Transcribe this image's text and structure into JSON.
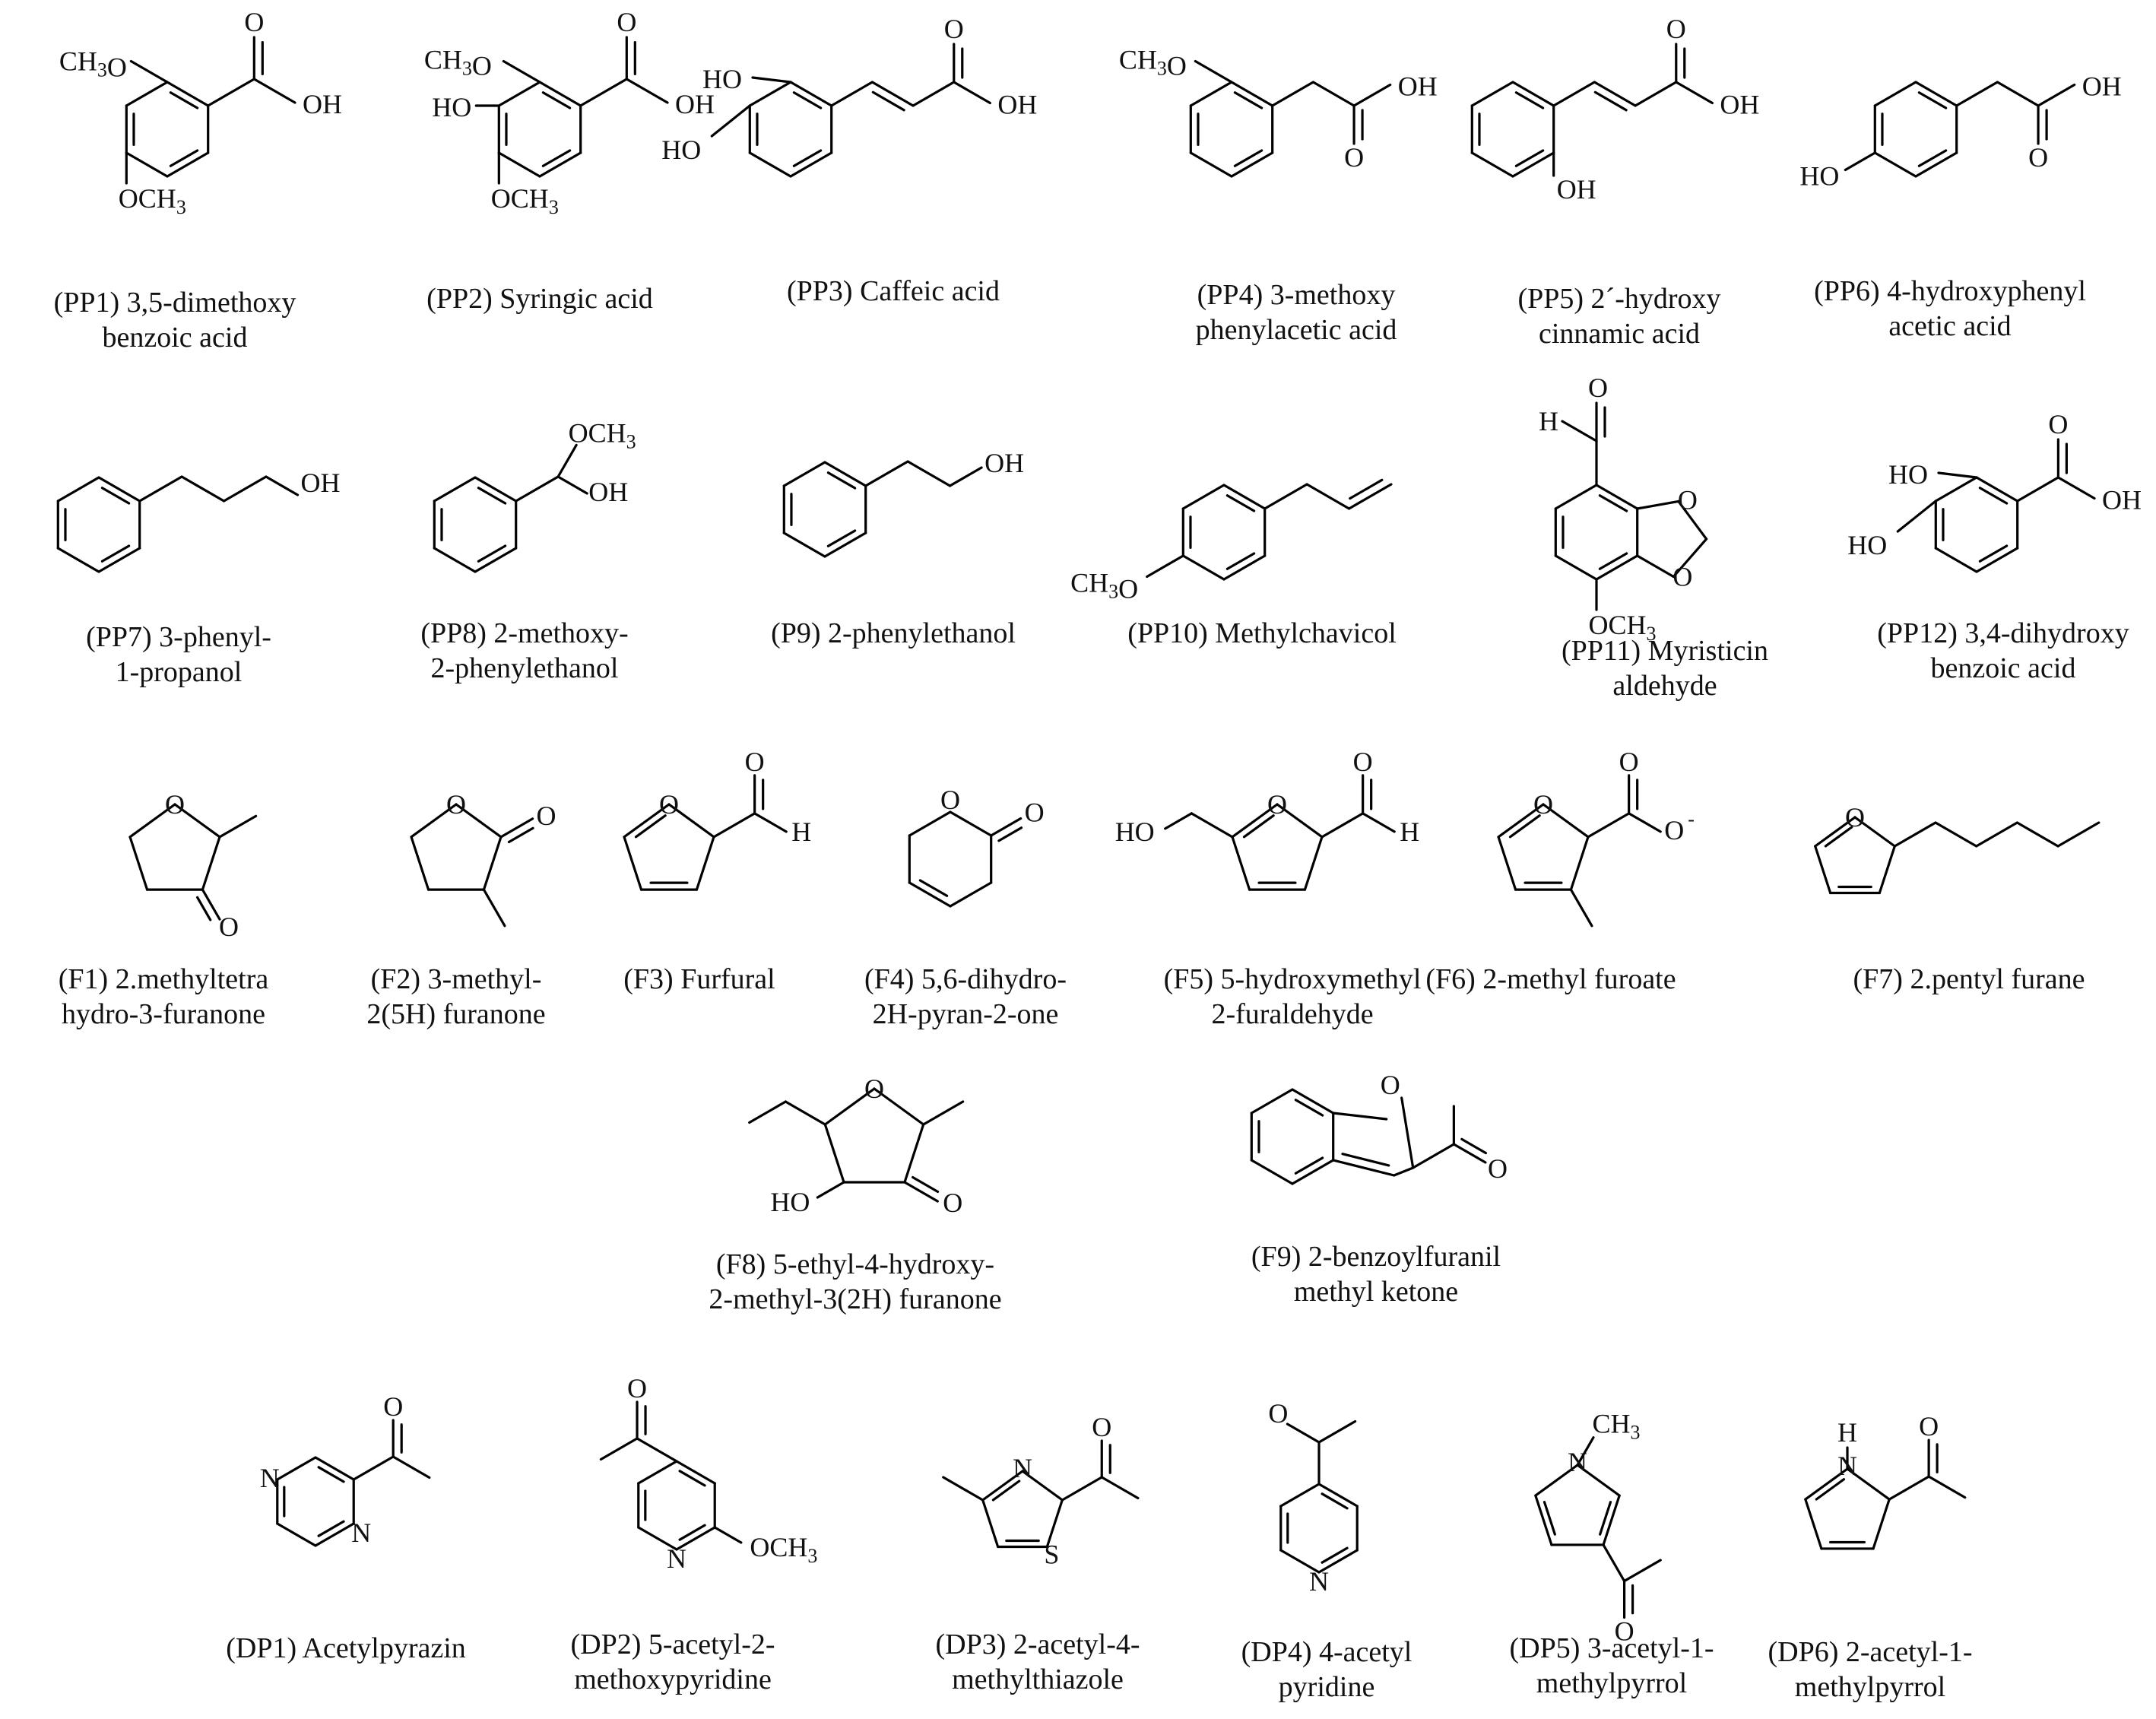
{
  "compounds": [
    {
      "id": "PP1",
      "caption": [
        "(PP1) 3,5-dimethoxy",
        "benzoic acid"
      ],
      "atoms": [
        "CH3O",
        "OH",
        "O",
        "OCH3"
      ]
    },
    {
      "id": "PP2",
      "caption": [
        "(PP2) Syringic acid"
      ],
      "atoms": [
        "CH3O",
        "OH",
        "O",
        "HO",
        "OCH3"
      ]
    },
    {
      "id": "PP3",
      "caption": [
        "(PP3) Caffeic acid"
      ],
      "atoms": [
        "HO",
        "HO",
        "O",
        "OH"
      ]
    },
    {
      "id": "PP4",
      "caption": [
        "(PP4) 3-methoxy",
        "phenylacetic acid"
      ],
      "atoms": [
        "CH3O",
        "OH",
        "O"
      ]
    },
    {
      "id": "PP5",
      "caption": [
        "(PP5) 2´-hydroxy",
        "cinnamic acid"
      ],
      "atoms": [
        "O",
        "OH",
        "OH"
      ]
    },
    {
      "id": "PP6",
      "caption": [
        "(PP6) 4-hydroxyphenyl",
        "acetic acid"
      ],
      "atoms": [
        "OH",
        "O",
        "HO"
      ]
    },
    {
      "id": "PP7",
      "caption": [
        "(PP7) 3-phenyl-",
        "1-propanol"
      ],
      "atoms": [
        "OH"
      ]
    },
    {
      "id": "PP8",
      "caption": [
        "(PP8) 2-methoxy-",
        "2-phenylethanol"
      ],
      "atoms": [
        "OCH3",
        "OH"
      ]
    },
    {
      "id": "P9",
      "caption": [
        "(P9) 2-phenylethanol"
      ],
      "atoms": [
        "OH"
      ]
    },
    {
      "id": "PP10",
      "caption": [
        "(PP10) Methylchavicol"
      ],
      "atoms": [
        "CH3O"
      ]
    },
    {
      "id": "PP11",
      "caption": [
        "(PP11) Myristicin",
        "aldehyde"
      ],
      "atoms": [
        "O",
        "H",
        "O",
        "O",
        "OCH3"
      ]
    },
    {
      "id": "PP12",
      "caption": [
        "(PP12) 3,4-dihydroxy",
        "benzoic acid"
      ],
      "atoms": [
        "HO",
        "HO",
        "O",
        "OH"
      ]
    },
    {
      "id": "F1",
      "caption": [
        "(F1) 2.methyltetra",
        "hydro-3-furanone"
      ],
      "atoms": [
        "O",
        "O"
      ]
    },
    {
      "id": "F2",
      "caption": [
        "(F2) 3-methyl-",
        "2(5H) furanone"
      ],
      "atoms": [
        "O",
        "O"
      ]
    },
    {
      "id": "F3",
      "caption": [
        "(F3) Furfural"
      ],
      "atoms": [
        "O",
        "O",
        "H"
      ]
    },
    {
      "id": "F4",
      "caption": [
        "(F4) 5,6-dihydro-",
        "2H-pyran-2-one"
      ],
      "atoms": [
        "O",
        "O"
      ]
    },
    {
      "id": "F5",
      "caption": [
        "(F5) 5-hydroxymethyl",
        "2-furaldehyde"
      ],
      "atoms": [
        "HO",
        "O",
        "O",
        "H"
      ]
    },
    {
      "id": "F6",
      "caption": [
        "(F6) 2-methyl furoate"
      ],
      "atoms": [
        "O",
        "O",
        "O"
      ]
    },
    {
      "id": "F7",
      "caption": [
        "(F7) 2.pentyl furane"
      ],
      "atoms": [
        "O"
      ]
    },
    {
      "id": "F8",
      "caption": [
        "(F8) 5-ethyl-4-hydroxy-",
        "2-methyl-3(2H) furanone"
      ],
      "atoms": [
        "O",
        "HO",
        "O"
      ]
    },
    {
      "id": "F9",
      "caption": [
        "(F9) 2-benzoylfuranil",
        "methyl ketone"
      ],
      "atoms": [
        "O",
        "O"
      ]
    },
    {
      "id": "DP1",
      "caption": [
        "(DP1) Acetylpyrazin"
      ],
      "atoms": [
        "O",
        "N",
        "N"
      ]
    },
    {
      "id": "DP2",
      "caption": [
        "(DP2) 5-acetyl-2-",
        "methoxypyridine"
      ],
      "atoms": [
        "O",
        "N",
        "OCH3"
      ]
    },
    {
      "id": "DP3",
      "caption": [
        "(DP3) 2-acetyl-4-",
        "methylthiazole"
      ],
      "atoms": [
        "O",
        "N",
        "S"
      ]
    },
    {
      "id": "DP4",
      "caption": [
        "(DP4) 4-acetyl",
        "pyridine"
      ],
      "atoms": [
        "O",
        "N"
      ]
    },
    {
      "id": "DP5",
      "caption": [
        "(DP5) 3-acetyl-1-",
        "methylpyrrol"
      ],
      "atoms": [
        "CH3",
        "N",
        "O"
      ]
    },
    {
      "id": "DP6",
      "caption": [
        "(DP6) 2-acetyl-1-",
        "methylpyrrol"
      ],
      "atoms": [
        "H",
        "N",
        "O"
      ]
    }
  ]
}
